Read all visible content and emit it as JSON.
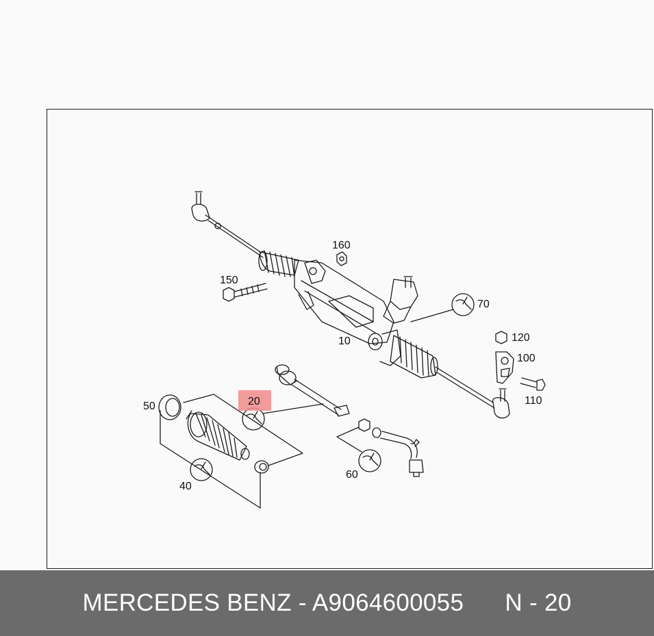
{
  "callouts": {
    "c10": "10",
    "c20": "20",
    "c40": "40",
    "c50": "50",
    "c60": "60",
    "c70": "70",
    "c100": "100",
    "c110": "110",
    "c120": "120",
    "c150": "150",
    "c160": "160"
  },
  "highlight": {
    "label": "20",
    "color": "#f08a8a"
  },
  "footer": {
    "brand": "MERCEDES BENZ",
    "separator": " - ",
    "part_number": "A9064600055",
    "position_label": "N - 20"
  },
  "colors": {
    "footer_bg": "#6b6b6b",
    "line": "#1a1a1a"
  }
}
